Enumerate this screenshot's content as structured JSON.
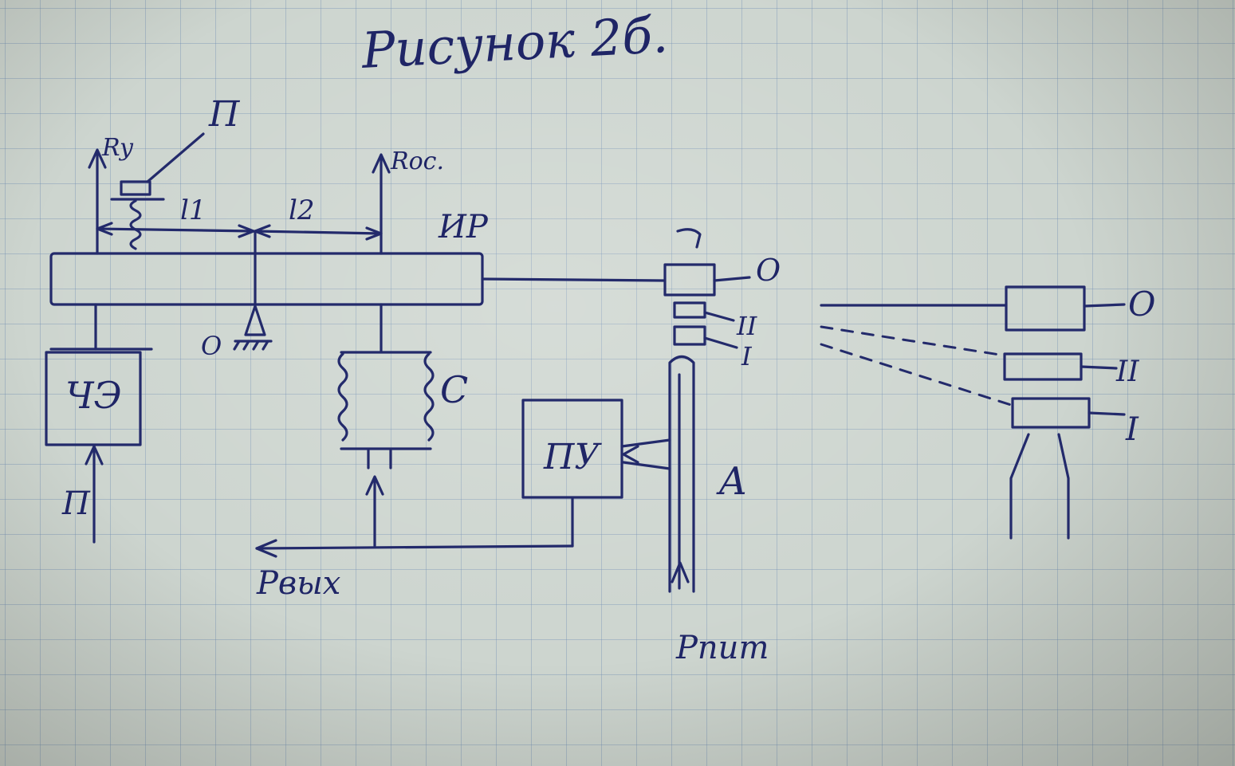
{
  "title": "Рисунок 2б.",
  "labels": {
    "ry": "Ry",
    "p_top": "П",
    "l1": "l1",
    "l2": "l2",
    "roc": "Roc.",
    "ir": "ИР",
    "o_support": "O",
    "ce_block": "ЧЭ",
    "p_input": "П",
    "c_bellows": "C",
    "pu_block": "ПУ",
    "a_label": "A",
    "p_out": "Pвых",
    "p_pit": "Pпит",
    "o_left": "O",
    "ii_left": "II",
    "i_left": "I",
    "o_right": "O",
    "ii_right": "II",
    "i_right": "I"
  },
  "colors": {
    "ink": "#232a6b",
    "paper": "#cdd5cf",
    "grid": "#6e8cb4"
  }
}
